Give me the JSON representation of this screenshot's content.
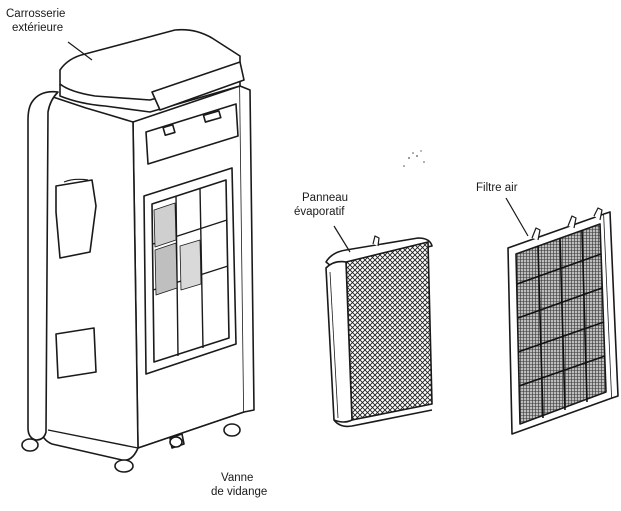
{
  "labels": {
    "body": [
      "Carrosserie",
      "extérieure"
    ],
    "panel": [
      "Panneau",
      "évaporatif"
    ],
    "filter": [
      "Filtre air"
    ],
    "valve": [
      "Vanne",
      "de vidange"
    ]
  },
  "colors": {
    "line": "#1a1a1a",
    "mesh": "#2a2a2a",
    "paper": "#ffffff"
  }
}
